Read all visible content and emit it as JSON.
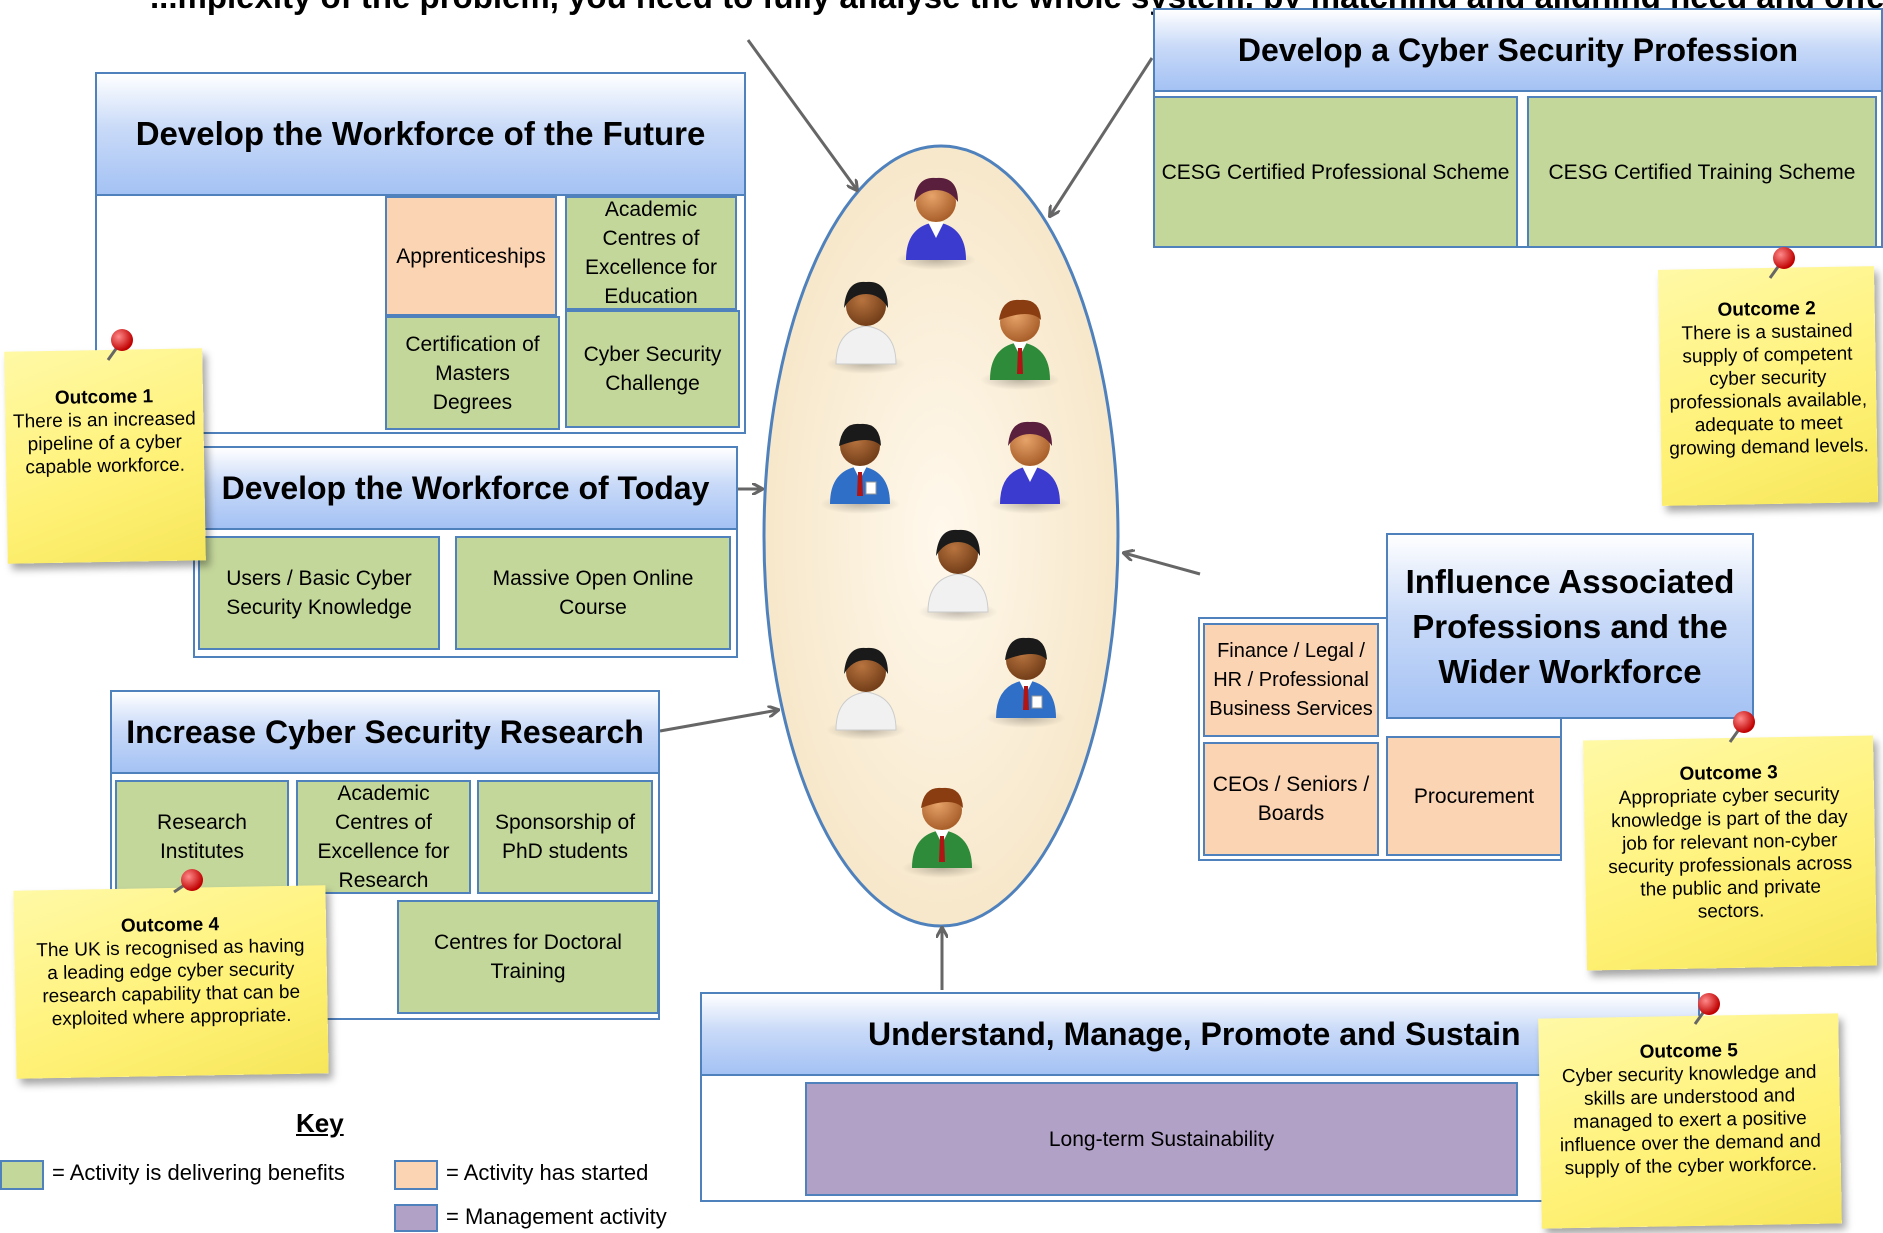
{
  "title": "...mplexity of the problem, you need to fully analyse the whole system, by matching and aligning need and offering",
  "workforce_future": {
    "title": "Develop the Workforce of the Future",
    "apprenticeships": "Apprenticeships",
    "academic_education": "Academic Centres of Excellence for Education",
    "masters": "Certification of Masters Degrees",
    "challenge": "Cyber Security Challenge"
  },
  "workforce_today": {
    "title": "Develop the Workforce of Today",
    "users": "Users / Basic Cyber Security Knowledge",
    "mooc": "Massive Open Online Course"
  },
  "research": {
    "title": "Increase Cyber Security Research",
    "institutes": "Research Institutes",
    "academic_research": "Academic Centres of Excellence for Research",
    "phd": "Sponsorship of PhD students",
    "doctoral": "Centres for Doctoral Training"
  },
  "profession": {
    "title": "Develop a Cyber Security Profession",
    "professional_scheme": "CESG Certified Professional Scheme",
    "training_scheme": "CESG Certified Training Scheme"
  },
  "influence": {
    "title": "Influence Associated Professions and the Wider Workforce",
    "finance": "Finance / Legal / HR / Professional Business Services",
    "ceos": "CEOs / Seniors / Boards",
    "procurement": "Procurement"
  },
  "sustain": {
    "title": "Understand, Manage, Promote and Sustain",
    "long_term": "Long-term Sustainability"
  },
  "outcomes": [
    {
      "title": "Outcome 1",
      "text": "There is an increased pipeline of a cyber capable workforce."
    },
    {
      "title": "Outcome 2",
      "text": "There is a sustained supply of competent cyber security professionals available, adequate to meet growing demand levels."
    },
    {
      "title": "Outcome 3",
      "text": "Appropriate cyber security knowledge is part of the day job for relevant non-cyber security professionals across the public and private sectors."
    },
    {
      "title": "Outcome 4",
      "text": "The UK is recognised as having a leading edge cyber security research capability that can be exploited where appropriate."
    },
    {
      "title": "Outcome 5",
      "text": "Cyber security knowledge and skills are understood and managed to exert a positive influence over the demand and supply of the cyber workforce."
    }
  ],
  "key": {
    "title": "Key",
    "green": "= Activity is delivering benefits",
    "orange": "= Activity has started",
    "purple": "= Management activity"
  },
  "colors": {
    "green": "#c4d79b",
    "orange": "#fbd4b4",
    "purple": "#b2a1c7",
    "border": "#4f81bd",
    "note": "#fff176"
  }
}
